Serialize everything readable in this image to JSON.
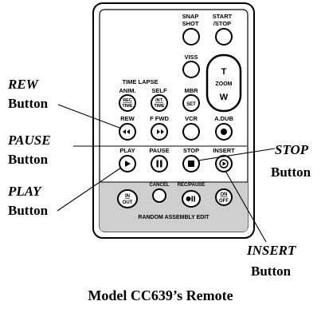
{
  "callouts": {
    "rew": {
      "name": "REW",
      "suffix": "Button"
    },
    "pause": {
      "name": "PAUSE",
      "suffix": "Button"
    },
    "play": {
      "name": "PLAY",
      "suffix": "Button"
    },
    "stop": {
      "name": "STOP",
      "suffix": "Button"
    },
    "insert": {
      "name": "INSERT",
      "suffix": "Button"
    }
  },
  "remote": {
    "snapshot": [
      "SNAP",
      "SHOT"
    ],
    "startstop": [
      "START",
      "/STOP"
    ],
    "viss": "VISS",
    "zoom": {
      "t": "T",
      "label": "ZOOM",
      "w": "W"
    },
    "timelapse": "TIME LAPSE",
    "anim": {
      "label": "ANIM.",
      "key": [
        "REC",
        "TIME"
      ]
    },
    "self": {
      "label": "SELF",
      "key": [
        "INT.",
        "TIME"
      ]
    },
    "mbr": {
      "label": "MBR",
      "key": "SET"
    },
    "rew": "REW",
    "ffwd": "F FWD",
    "vcr": "VCR",
    "adub": "A.DUB",
    "play": "PLAY",
    "pause": "PAUSE",
    "stop": "STOP",
    "insert": "INSERT",
    "inout": [
      "IN",
      "OUT"
    ],
    "cancel": "CANCEL",
    "recpause": "REC/PAUSE",
    "onoff": [
      "ON",
      "OFF"
    ],
    "random": "RANDOM ASSEMBLY EDIT"
  },
  "caption": "Model CC639’s Remote"
}
